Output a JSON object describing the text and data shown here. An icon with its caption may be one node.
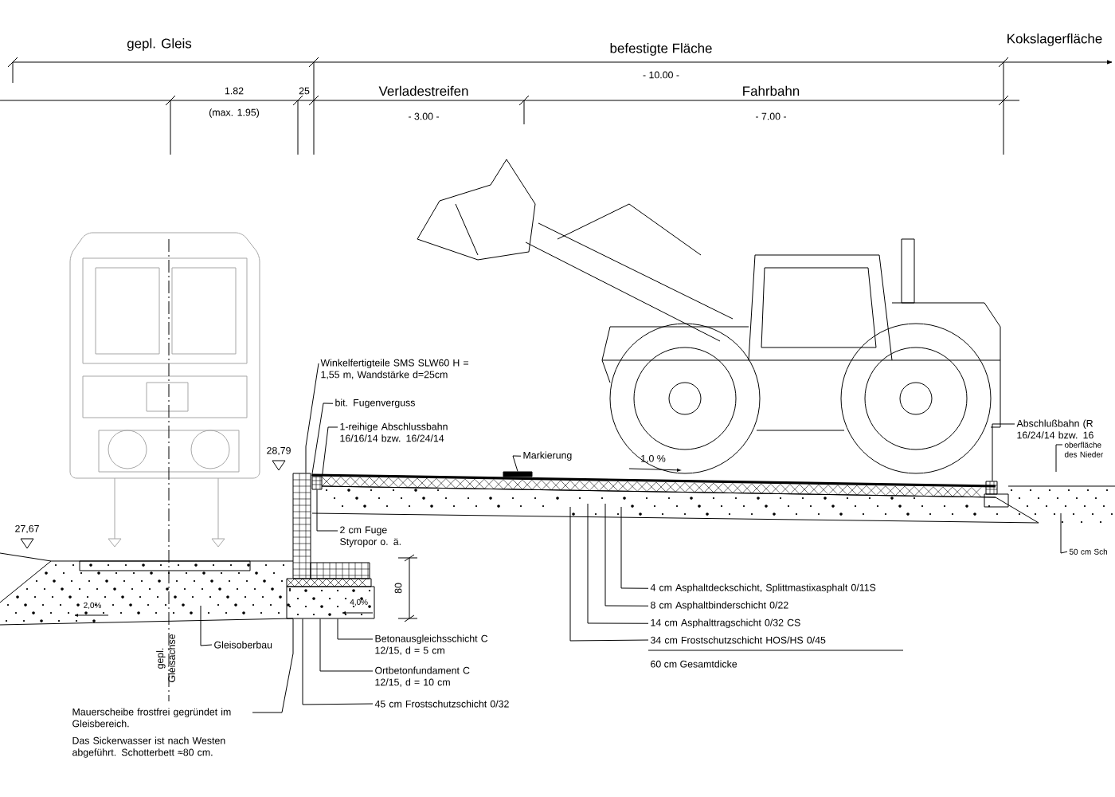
{
  "diagram": {
    "nodes": [
      {
        "text": [
          "Winkelfertigteile SMS SLW60 H = 1,55 m, Wandstärke d=25cm"
        ]
      },
      {
        "text": [
          "bit. Fugenverguss"
        ]
      },
      {
        "text": [
          "1-reihige Abschlussbahn 16/16/14 bzw. 16/24/14"
        ]
      },
      {
        "text": [
          "2 cm Fuge Styropor o. ä."
        ]
      },
      {
        "text": [
          "Markierung"
        ]
      },
      {
        "text": [
          "Gleisoberbau"
        ]
      },
      {
        "text": [
          "Betonausgleichsschicht C 12/15, d = 5 cm"
        ]
      },
      {
        "text": [
          "Ortbetonfundament C 12/15, d = 10 cm"
        ]
      },
      {
        "text": [
          "45 cm Frostschutzschicht 0/32"
        ]
      },
      {
        "text": [
          "Mauerscheibe frostfrei gegründet im Gleisbereich."
        ]
      },
      {
        "text": [
          "4 cm Asphaltdeckschicht, Splittmastixasphalt 0/11S"
        ]
      },
      {
        "text": [
          "8 cm Asphaltbinderschicht 0/22"
        ]
      },
      {
        "text": [
          "14 cm Asphalttragschicht 0/32 CS"
        ]
      },
      {
        "text": [
          "34 cm Frostschutzschicht HOS/HS 0/45"
        ]
      },
      {
        "text": [
          "Abschlußbahn (R 16/24/14 bzw. 16"
        ]
      },
      {
        "text": [
          "oberfläche des Nieder"
        ]
      },
      {
        "text": [
          "50 cm Sch"
        ]
      },
      {
        "text": [],
        "shape": "bar"
      },
      {
        "text": [
          "4,0%"
        ]
      },
      {
        "text": [],
        "shape": "box"
      },
      {
        "text": [],
        "shape": "box"
      },
      {
        "text": [],
        "shape": "box"
      }
    ],
    "edges": [
      {
        "from": 0,
        "to": 19,
        "arrow": "none"
      },
      {
        "from": 1,
        "to": 20,
        "arrow": "none"
      },
      {
        "from": 2,
        "to": 20,
        "arrow": "none"
      },
      {
        "from": 3,
        "to": 20,
        "arrow": "none"
      },
      {
        "from": 4,
        "to": 17,
        "arrow": "none"
      },
      {
        "from": 5,
        "to": null,
        "arrow": "none"
      },
      {
        "from": 6,
        "to": 18,
        "arrow": "none"
      },
      {
        "from": 7,
        "to": 18,
        "arrow": "none"
      },
      {
        "from": 8,
        "to": 18,
        "arrow": "none"
      },
      {
        "from": 9,
        "to": 18,
        "arrow": "none"
      },
      {
        "from": 10,
        "to": null,
        "arrow": "none"
      },
      {
        "from": 11,
        "to": null,
        "arrow": "none"
      },
      {
        "from": 12,
        "to": null,
        "arrow": "none"
      },
      {
        "from": 13,
        "to": null,
        "arrow": "none"
      },
      {
        "from": 14,
        "to": 21,
        "arrow": "none"
      },
      {
        "from": 15,
        "to": null,
        "arrow": "none"
      },
      {
        "from": 16,
        "to": null,
        "arrow": "none"
      }
    ],
    "labels": [
      "gepl. Gleis",
      "befestigte Fläche",
      "Kokslagerfläche",
      "- 10.00 -",
      "1.82",
      "25",
      "Verladestreifen",
      "Fahrbahn",
      "(max. 1.95)",
      "- 3.00 -",
      "- 7.00 -",
      "28,79",
      "1,0 %",
      "27,67",
      "80",
      "2,0%",
      "gepl. Gleisachse",
      "60 cm Gesamtdicke",
      "Das Sickerwasser ist nach Westen abgeführt. Schotterbett ≈80 cm."
    ]
  }
}
